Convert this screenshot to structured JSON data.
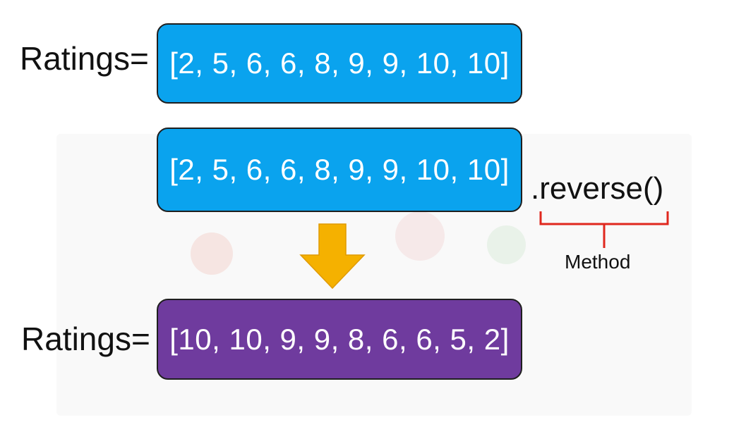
{
  "rows": [
    {
      "label": "Ratings=",
      "list": "[2, 5, 6, 6, 8, 9, 9, 10, 10]",
      "color": "#0aa3ee"
    },
    {
      "label": "",
      "list": "[2, 5, 6, 6, 8, 9, 9, 10, 10]",
      "color": "#0aa3ee"
    },
    {
      "label": "Ratings=",
      "list": "[10, 10, 9, 9, 8, 6, 6, 5, 2]",
      "color": "#6f3b9e"
    }
  ],
  "method": {
    "call": ".reverse()",
    "label": "Method",
    "bracket_color": "#e0281e"
  },
  "arrow": {
    "color": "#f5b100",
    "direction": "down"
  }
}
